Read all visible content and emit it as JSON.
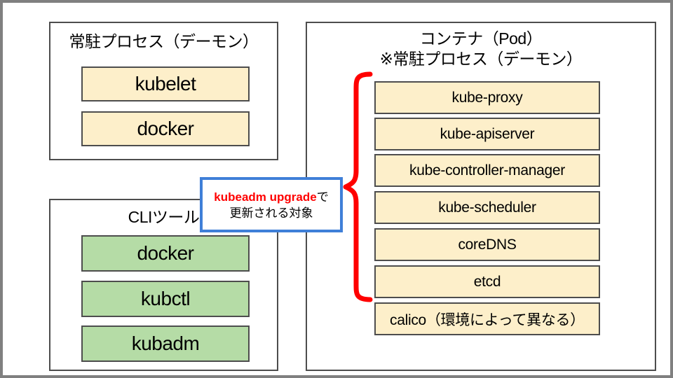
{
  "diagram": {
    "panels": [
      {
        "id": "daemon-panel",
        "title": "常駐プロセス（デーモン）",
        "items": [
          {
            "label": "kubelet",
            "color": "#fdefca"
          },
          {
            "label": "docker",
            "color": "#fdefca"
          }
        ]
      },
      {
        "id": "cli-panel",
        "title": "CLIツール",
        "items": [
          {
            "label": "docker",
            "color": "#b5dca6"
          },
          {
            "label": "kubctl",
            "color": "#b5dca6"
          },
          {
            "label": "kubadm",
            "color": "#b5dca6"
          }
        ]
      },
      {
        "id": "container-panel",
        "title": "コンテナ（Pod）\n※常駐プロセス（デーモン）",
        "items": [
          {
            "label": "kube-proxy",
            "color": "#fdefca"
          },
          {
            "label": "kube-apiserver",
            "color": "#fdefca"
          },
          {
            "label": "kube-controller-manager",
            "color": "#fdefca"
          },
          {
            "label": "kube-scheduler",
            "color": "#fdefca"
          },
          {
            "label": "coreDNS",
            "color": "#fdefca"
          },
          {
            "label": "etcd",
            "color": "#fdefca"
          },
          {
            "label": "calico（環境によって異なる）",
            "color": "#fdefca"
          }
        ]
      }
    ],
    "callout": {
      "command": "kubeadm upgrade",
      "text": "で更新される対象",
      "border_color": "#3f7fd8",
      "command_color": "#ff0000"
    },
    "brace": {
      "color": "#ff0000",
      "covers": [
        "kube-proxy",
        "kube-apiserver",
        "kube-controller-manager",
        "kube-scheduler",
        "coreDNS",
        "etcd"
      ]
    }
  }
}
